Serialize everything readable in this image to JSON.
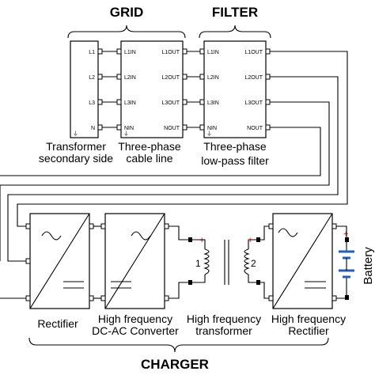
{
  "headers": {
    "grid": "GRID",
    "filter": "FILTER",
    "charger": "CHARGER"
  },
  "transformer": {
    "label_line1": "Transformer",
    "label_line2": "secondary side",
    "ports": [
      "L1",
      "L2",
      "L3",
      "N"
    ]
  },
  "cable": {
    "label_line1": "Three-phase",
    "label_line2": "cable line",
    "in_ports": [
      "L1IN",
      "L2IN",
      "L3IN",
      "NIN"
    ],
    "out_ports": [
      "L1OUT",
      "L2OUT",
      "L3OUT",
      "NOUT"
    ]
  },
  "lpf": {
    "label_line1": "Three-phase",
    "label_line2": "low-pass filter",
    "in_ports": [
      "L1IN",
      "L2IN",
      "L3IN",
      "NIN"
    ],
    "out_ports": [
      "L1OUT",
      "L2OUT",
      "L3OUT",
      "NOUT"
    ]
  },
  "rectifier": {
    "label": "Rectifier"
  },
  "converter": {
    "label_line1": "High frequency",
    "label_line2": "DC-AC Converter"
  },
  "hf_transformer": {
    "label_line1": "High frequency",
    "label_line2": "transformer",
    "winding1": "1",
    "winding2": "2"
  },
  "hf_rectifier": {
    "label_line1": "High frequency",
    "label_line2": "Rectifier"
  },
  "battery": {
    "label": "Battery"
  }
}
